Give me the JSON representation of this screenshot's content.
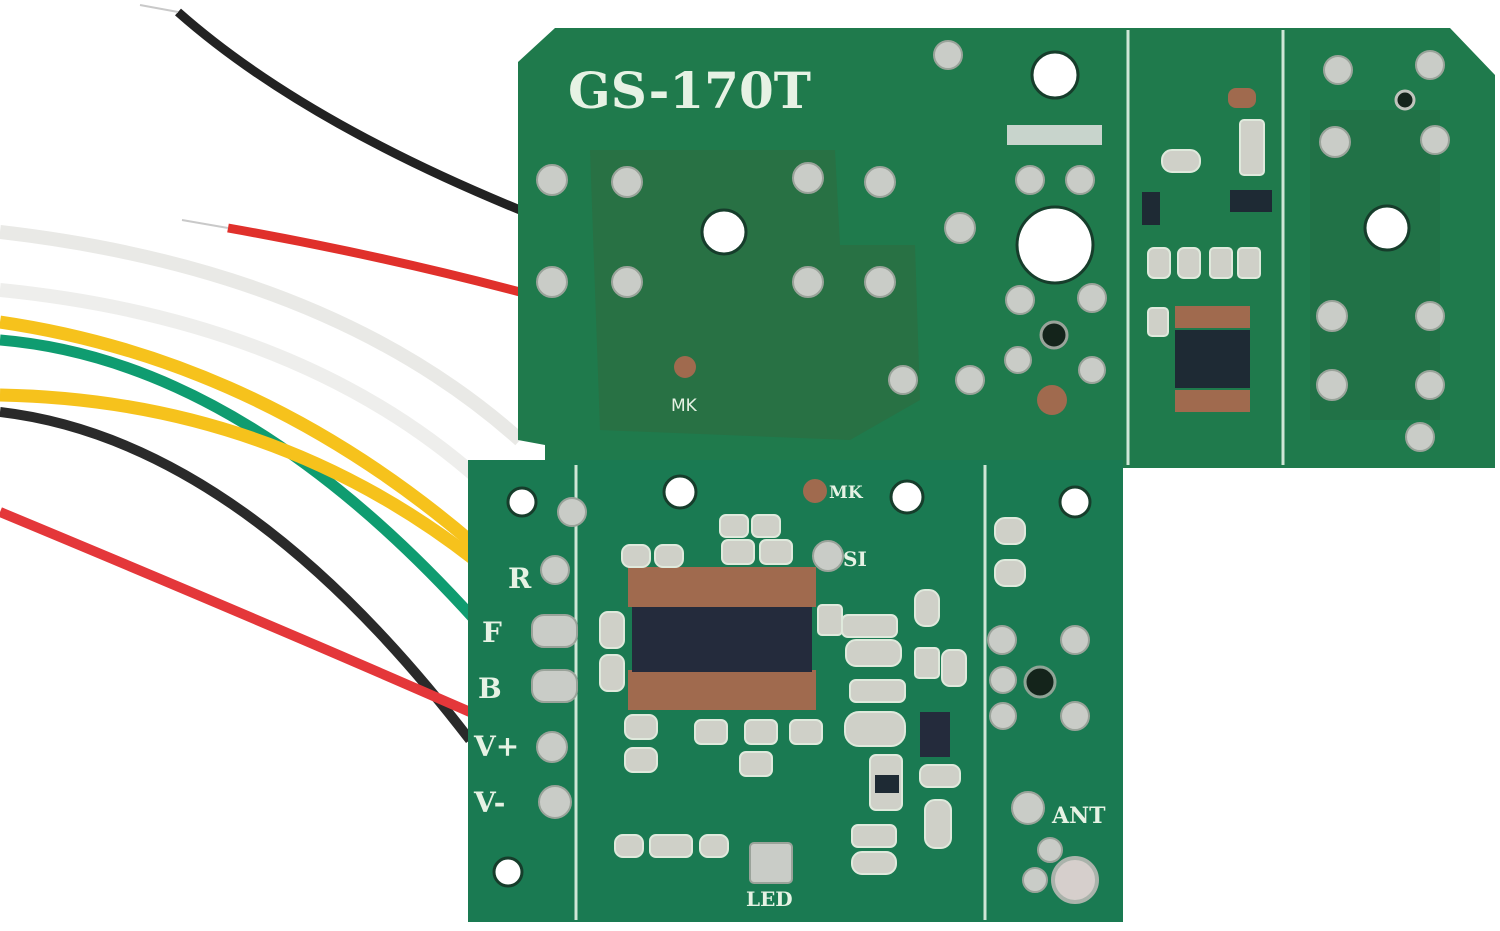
{
  "image": {
    "subject": "remote-control-pcb-pair",
    "background_color": "#ffffff"
  },
  "top_board": {
    "model_label": "GS-170T",
    "mic_label": "MK",
    "color": "#1f7a4c"
  },
  "bottom_board": {
    "pin_labels": [
      "R",
      "F",
      "B",
      "V+",
      "V-"
    ],
    "mic_label": "MK",
    "si_label": "SI",
    "antenna_label": "ANT",
    "led_label": "LED",
    "color": "#1a7a52"
  },
  "wires": {
    "top_board": [
      {
        "color_name": "black",
        "hex": "#222222"
      },
      {
        "color_name": "red",
        "hex": "#e0302b"
      }
    ],
    "bottom_board": [
      {
        "color_name": "white",
        "hex": "#f3f3f1"
      },
      {
        "color_name": "white",
        "hex": "#f3f3f1"
      },
      {
        "color_name": "yellow",
        "hex": "#f6c21c"
      },
      {
        "color_name": "green",
        "hex": "#0f9c70"
      },
      {
        "color_name": "yellow",
        "hex": "#f6c21c"
      },
      {
        "color_name": "black",
        "hex": "#2a2a2a"
      },
      {
        "color_name": "red",
        "hex": "#e4373a"
      }
    ]
  }
}
